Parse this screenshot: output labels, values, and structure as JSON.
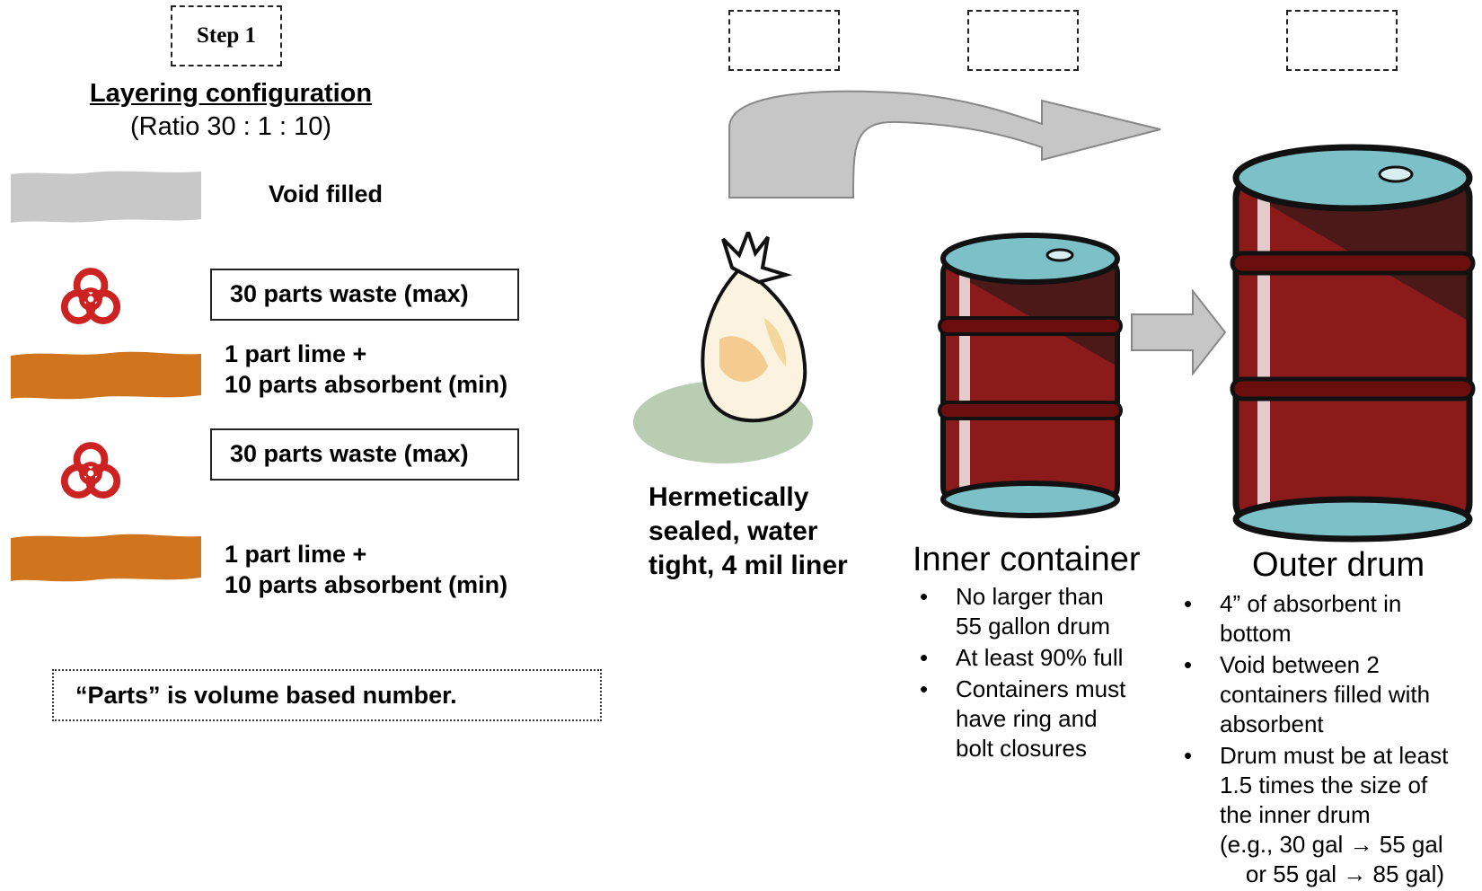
{
  "step": {
    "label": "Step 1"
  },
  "layering": {
    "title": "Layering configuration",
    "ratio": "(Ratio 30 : 1 : 10)",
    "void_label": "Void filled",
    "waste_label_1": "30 parts waste (max)",
    "lime_line1_1": "1 part lime +",
    "lime_line2_1": "10 parts absorbent (min)",
    "waste_label_2": "30 parts waste (max)",
    "lime_line1_2": "1 part lime +",
    "lime_line2_2": "10 parts absorbent (min)",
    "note": "“Parts” is volume based number."
  },
  "liner": {
    "line1": "Hermetically",
    "line2": "sealed, water",
    "line3": "tight, 4 mil liner"
  },
  "inner": {
    "title": "Inner container",
    "bullets": [
      "No larger than\n55 gallon drum",
      "At least 90% full",
      "Containers must\nhave ring and\nbolt closures"
    ]
  },
  "outer": {
    "title": "Outer drum",
    "bullets": [
      "4” of absorbent in\nbottom",
      "Void between 2\ncontainers filled with\nabsorbent",
      "Drum must be at least\n1.5 times the size of\nthe inner drum\n(e.g., 30 gal → 55 gal\n    or 55 gal → 85 gal)"
    ]
  },
  "colors": {
    "void": "#c8c8c8",
    "lime": "#d0741e",
    "drum_red": "#8b1a1a",
    "drum_teal": "#7cc0c8",
    "arrow_gray": "#c6c6c6",
    "biohazard": "#cc2222"
  }
}
